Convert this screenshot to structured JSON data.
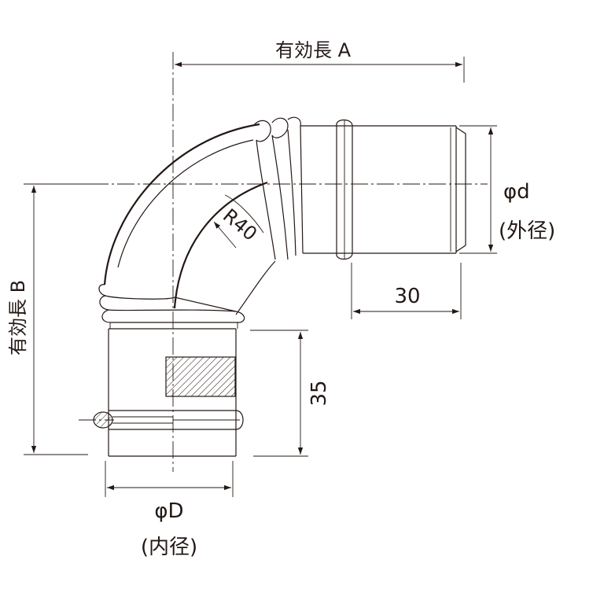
{
  "labels": {
    "length_a": "有効長 A",
    "length_b": "有効長 B",
    "outer_d": "φd",
    "outer_note": "(外径)",
    "inner_d": "φD",
    "inner_note": "(内径)",
    "radius": "R40",
    "dim_30": "30",
    "dim_35": "35"
  }
}
